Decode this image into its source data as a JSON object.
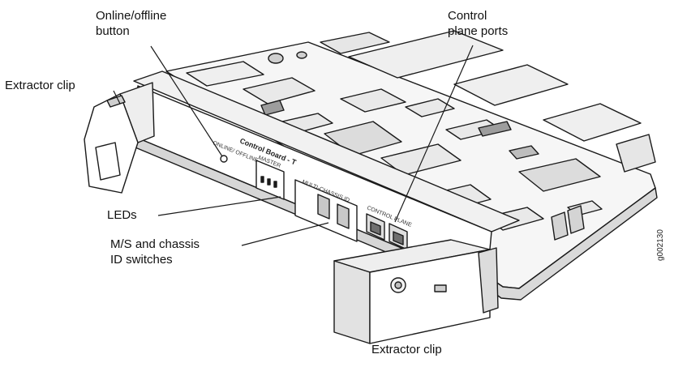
{
  "callouts": {
    "online_offline_button": "Online/offline\nbutton",
    "control_plane_ports": "Control\nplane ports",
    "extractor_clip_left": "Extractor clip",
    "leds": "LEDs",
    "ms_chassis_id_switches": "M/S and chassis\nID switches",
    "extractor_clip_bottom": "Extractor clip"
  },
  "board_labels": {
    "faceplate_title": "Control Board - T",
    "online_offline": "ONLINE/ OFFLINE",
    "master": "MASTER",
    "multi_chassis": "MULTI-CHASSIS ID",
    "control_plane": "CONTROL PLANE"
  },
  "figure_id": "g002130",
  "colors": {
    "line": "#1a1a1a",
    "fill": "#ffffff",
    "shade": "#d6d6d6",
    "dark": "#8a8a8a"
  }
}
